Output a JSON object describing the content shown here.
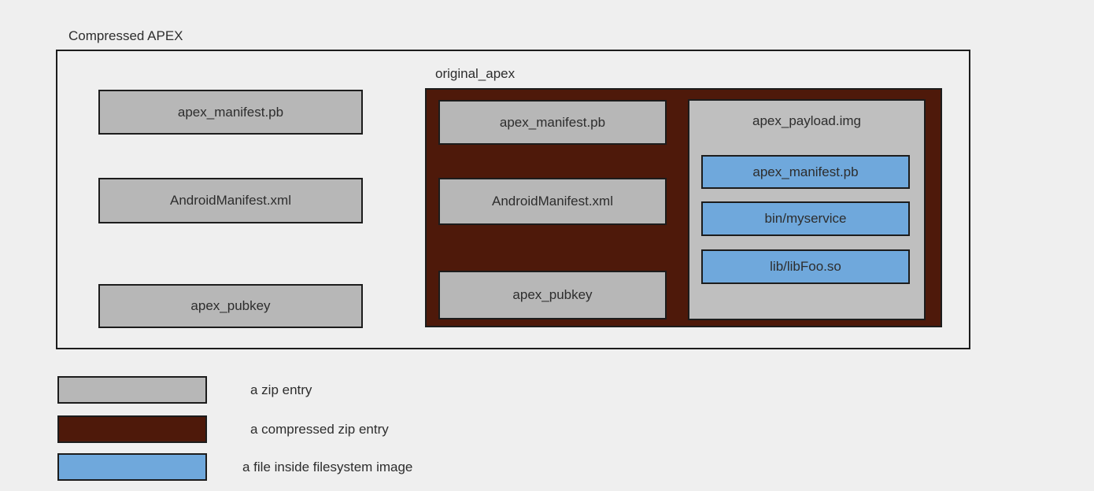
{
  "diagram": {
    "title": "Compressed APEX",
    "outer_entries": [
      "apex_manifest.pb",
      "AndroidManifest.xml",
      "apex_pubkey"
    ],
    "original_apex": {
      "label": "original_apex",
      "entries": [
        "apex_manifest.pb",
        "AndroidManifest.xml",
        "apex_pubkey"
      ],
      "payload": {
        "label": "apex_payload.img",
        "files": [
          "apex_manifest.pb",
          "bin/myservice",
          "lib/libFoo.so"
        ]
      }
    },
    "legend": {
      "items": [
        {
          "label": "a zip entry",
          "color": "#b7b7b7"
        },
        {
          "label": "a compressed zip entry",
          "color": "#4e190a"
        },
        {
          "label": "a file inside filesystem image",
          "color": "#6fa8dc"
        }
      ]
    },
    "colors": {
      "zip_entry": "#b7b7b7",
      "compressed_zip_entry": "#4e190a",
      "filesystem_file": "#6fa8dc",
      "background": "#efefef",
      "border": "#1c1c1c"
    }
  }
}
